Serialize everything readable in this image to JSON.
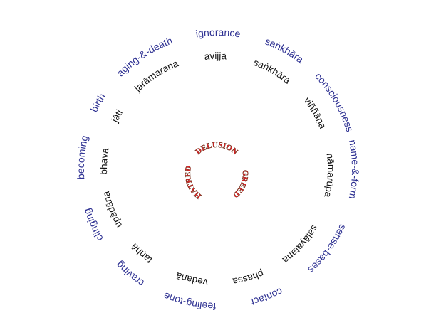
{
  "title": "Twelve links of dependent origination",
  "colors": {
    "outer": "#2e3192",
    "inner": "#111111",
    "center": "#e0242a"
  },
  "outer_ring": [
    {
      "label": "ignorance",
      "angle": 0
    },
    {
      "label": "saṅkhāra",
      "angle": 29
    },
    {
      "label": "consciousness",
      "angle": 60
    },
    {
      "label": "name-&-form",
      "angle": 90
    },
    {
      "label": "sense-bases",
      "angle": 126
    },
    {
      "label": "contact",
      "angle": 159
    },
    {
      "label": "feeling-tone",
      "angle": 192
    },
    {
      "label": "craving",
      "angle": 220
    },
    {
      "label": "clinging",
      "angle": 246
    },
    {
      "label": "becoming",
      "angle": 275
    },
    {
      "label": "birth",
      "angle": 299
    },
    {
      "label": "aging-&-death",
      "angle": 327
    }
  ],
  "inner_ring": [
    {
      "label": "avijjā",
      "angle": -1
    },
    {
      "label": "saṅkhāra",
      "angle": 29
    },
    {
      "label": "viññāṇa",
      "angle": 60
    },
    {
      "label": "nāmarūpa",
      "angle": 93
    },
    {
      "label": "saḷāyatana",
      "angle": 132
    },
    {
      "label": "phassa",
      "angle": 164
    },
    {
      "label": "vedanā",
      "angle": 193
    },
    {
      "label": "taṇhā",
      "angle": 222
    },
    {
      "label": "upādāna",
      "angle": 249
    },
    {
      "label": "bhava",
      "angle": 274
    },
    {
      "label": "jāti",
      "angle": 298
    },
    {
      "label": "jarāmaraṇa",
      "angle": 327
    }
  ],
  "center_ring": [
    {
      "label": "DELUSION",
      "angle": 0
    },
    {
      "label": "GREED",
      "angle": 112
    },
    {
      "label": "HATRED",
      "angle": 250
    }
  ]
}
